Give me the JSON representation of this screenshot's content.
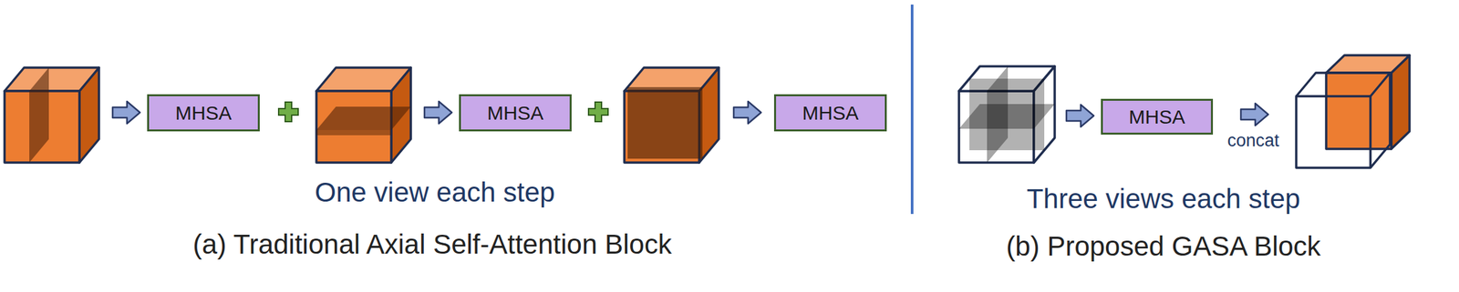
{
  "diagram": {
    "nodes": [
      {
        "text": [
          "MHSA"
        ]
      },
      {
        "text": [
          "MHSA"
        ]
      },
      {
        "text": [
          "MHSA"
        ]
      },
      {
        "text": [
          "MHSA"
        ]
      }
    ],
    "labels": [
      "One view each step",
      "(a) Traditional Axial Self-Attention Block",
      "concat",
      "Three views each step",
      "(b) Proposed GASA Block"
    ]
  }
}
